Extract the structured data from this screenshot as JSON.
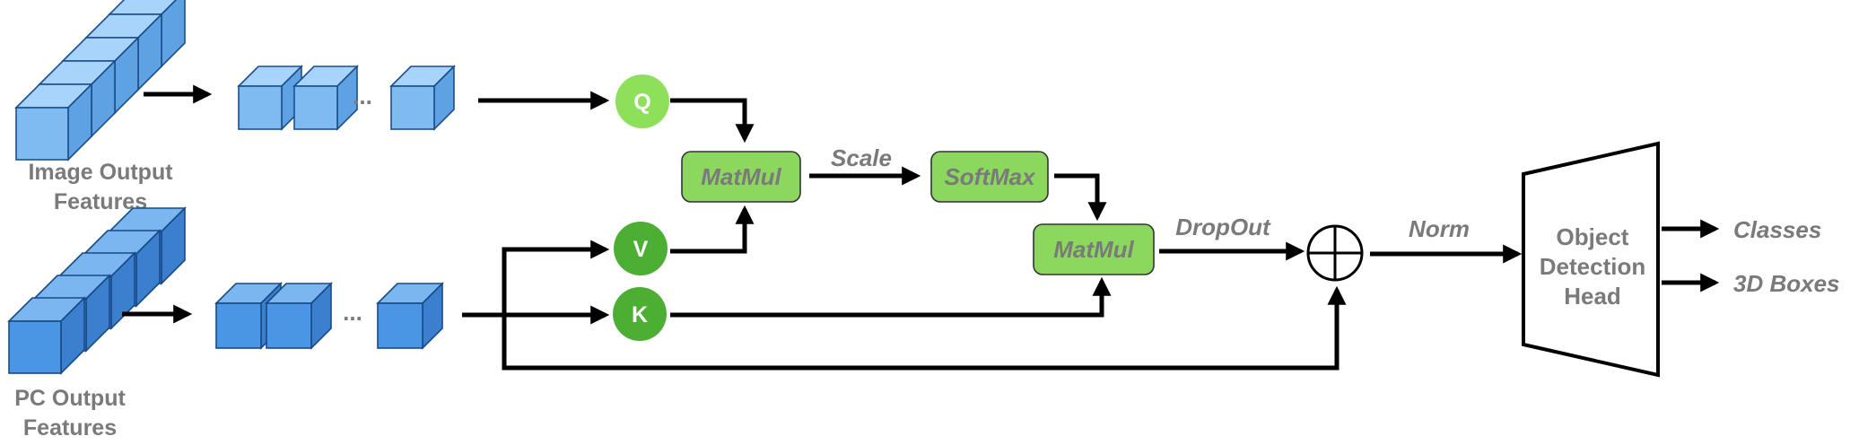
{
  "inputs": {
    "image": {
      "label_line1": "Image Output",
      "label_line2": "Features"
    },
    "pc": {
      "label_line1": "PC Output",
      "label_line2": "Features"
    }
  },
  "ellipsis": "...",
  "nodes": {
    "q": "Q",
    "v": "V",
    "k": "K"
  },
  "ops": {
    "matmul1": "MatMul",
    "scale": "Scale",
    "softmax": "SoftMax",
    "matmul2": "MatMul",
    "dropout": "DropOut",
    "norm": "Norm"
  },
  "head": {
    "line1": "Object",
    "line2": "Detection",
    "line3": "Head"
  },
  "outputs": {
    "classes": "Classes",
    "boxes": "3D Boxes"
  },
  "colors": {
    "image_cube": "#7fbaf0",
    "pc_cube": "#4a95e4",
    "q_node": "#8ee05a",
    "vk_node": "#4caf34",
    "op_box": "#8cd85e",
    "label_gray": "#7a7a7a"
  }
}
